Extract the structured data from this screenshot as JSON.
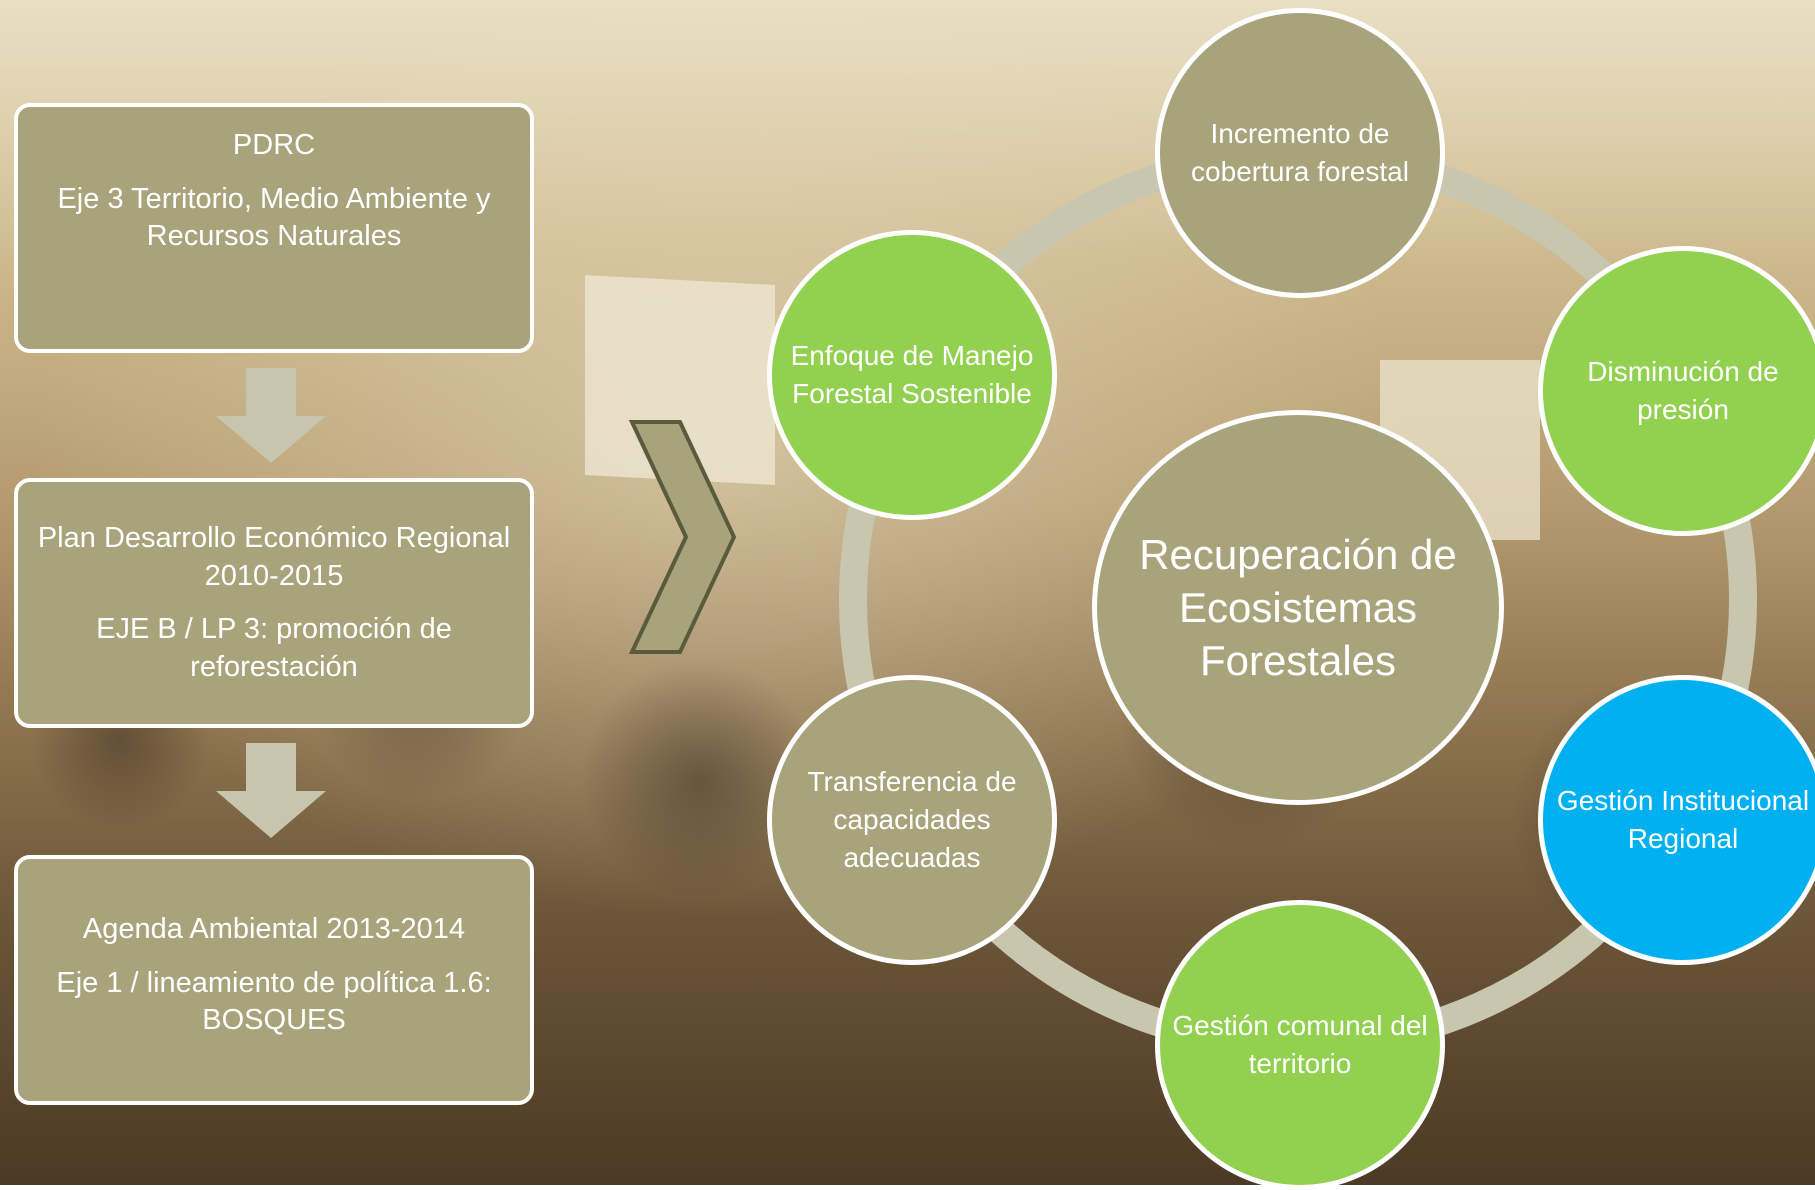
{
  "left_boxes": {
    "box1": {
      "title": "PDRC",
      "text": "Eje 3 Territorio,  Medio Ambiente  y Recursos Naturales"
    },
    "box2": {
      "title": "Plan Desarrollo Económico Regional  2010-2015",
      "text": "EJE B / LP 3: promoción  de reforestación"
    },
    "box3": {
      "title": "Agenda Ambiental  2013-2014",
      "text": "Eje 1 / lineamiento  de política 1.6: BOSQUES"
    }
  },
  "cycle": {
    "center": "Recuperación de Ecosistemas Forestales",
    "top": "Incremento de cobertura forestal",
    "top_right": "Disminución de presión",
    "bottom_right": "Gestión Institucional Regional",
    "bottom": "Gestión comunal  del territorio",
    "bottom_left": "Transferencia de capacidades adecuadas",
    "top_left": "Enfoque de Manejo Forestal Sostenible"
  },
  "colors": {
    "olive": "#a8a37b",
    "green": "#92d050",
    "blue": "#00b0f0",
    "ring": "#c9c6b0",
    "arrow": "#c7c5ad"
  }
}
